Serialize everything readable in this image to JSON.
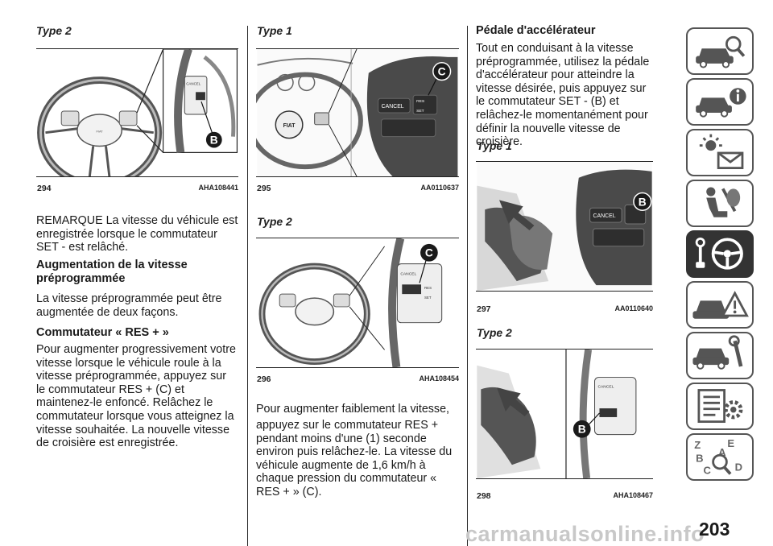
{
  "column1": {
    "fig294": {
      "type_label": "Type 2",
      "number": "294",
      "code": "AHA108441"
    },
    "note": "REMARQUE  La vitesse du véhicule est enregistrée lorsque le commutateur SET - est relâché.",
    "section_heading": "Augmentation de la vitesse préprogrammée",
    "section_intro": "La vitesse préprogrammée peut être augmentée de deux façons.",
    "sub_heading": "Commutateur « RES + »",
    "body": "Pour augmenter progressivement votre vitesse lorsque le véhicule roule à la vitesse préprogrammée, appuyez sur le commutateur RES + (C) et maintenez-le enfoncé. Relâchez le commutateur lorsque vous atteignez la vitesse souhaitée. La nouvelle vitesse de croisière est enregistrée."
  },
  "column2": {
    "fig295": {
      "type_label": "Type 1",
      "number": "295",
      "code": "AA0110637"
    },
    "fig296": {
      "type_label": "Type 2",
      "number": "296",
      "code": "AHA108454"
    },
    "body_line1": "Pour augmenter faiblement la vitesse,",
    "body_rest": "appuyez sur le commutateur RES + pendant moins d'une (1) seconde environ puis relâchez-le. La vitesse du véhicule augmente de 1,6 km/h à chaque pression du commutateur « RES + » (C)."
  },
  "column3": {
    "heading": "Pédale d'accélérateur",
    "body": "Tout en conduisant à la vitesse préprogrammée, utilisez la pédale d'accélérateur pour atteindre la vitesse désirée, puis appuyez sur le commutateur SET - (B) et relâchez-le momentanément pour définir la nouvelle vitesse de croisière.",
    "fig297": {
      "type_label": "Type 1",
      "number": "297",
      "code": "AA0110640"
    },
    "fig298": {
      "type_label": "Type 2",
      "number": "298",
      "code": "AHA108467"
    }
  },
  "figure_callouts": {
    "B": "B",
    "C": "C"
  },
  "figure_text": {
    "cancel": "CANCEL",
    "res": "RES",
    "set": "SET",
    "fiat": "FIAT"
  },
  "side_tabs": [
    {
      "icon": "car-search-icon",
      "active": false
    },
    {
      "icon": "car-info-icon",
      "active": false
    },
    {
      "icon": "warning-lights-icon",
      "active": false
    },
    {
      "icon": "airbag-seat-icon",
      "active": false
    },
    {
      "icon": "key-steering-wheel-icon",
      "active": true
    },
    {
      "icon": "roadside-emergency-icon",
      "active": false
    },
    {
      "icon": "car-maintenance-icon",
      "active": false
    },
    {
      "icon": "specifications-icon",
      "active": false
    },
    {
      "icon": "alphabetical-index-icon",
      "active": false
    }
  ],
  "index_letters": [
    "Z",
    "E",
    "B",
    "A",
    "C",
    "D"
  ],
  "page_number": "203",
  "watermark": "carmanualsonline.info",
  "colors": {
    "text": "#1a1a1a",
    "tab_border": "#555555",
    "tab_active": "#333333",
    "watermark": "#c8c8c8"
  }
}
